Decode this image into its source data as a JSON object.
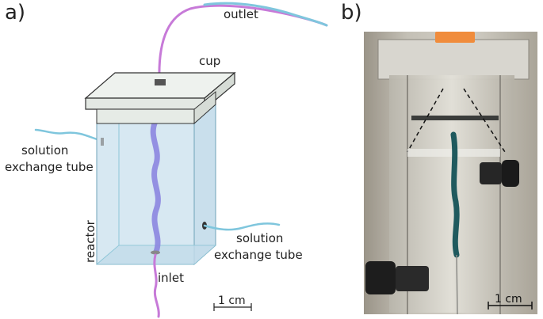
{
  "panel_a": {
    "label": "a)",
    "outlet": "outlet",
    "cup": "cup",
    "solution_exchange_left_line1": "solution",
    "solution_exchange_left_line2": "exchange tube",
    "solution_exchange_right_line1": "solution",
    "solution_exchange_right_line2": "exchange tube",
    "reactor": "reactor",
    "inlet": "inlet",
    "scale": "1 cm"
  },
  "panel_b": {
    "label": "b)",
    "scale": "1 cm"
  },
  "colors": {
    "tube_purple": "#c77ad8",
    "tube_blue": "#7fc6dd",
    "reactor_fill": "#d7e8f2",
    "filament": "#8c86e0",
    "cup_fill": "#e6ebe6"
  }
}
